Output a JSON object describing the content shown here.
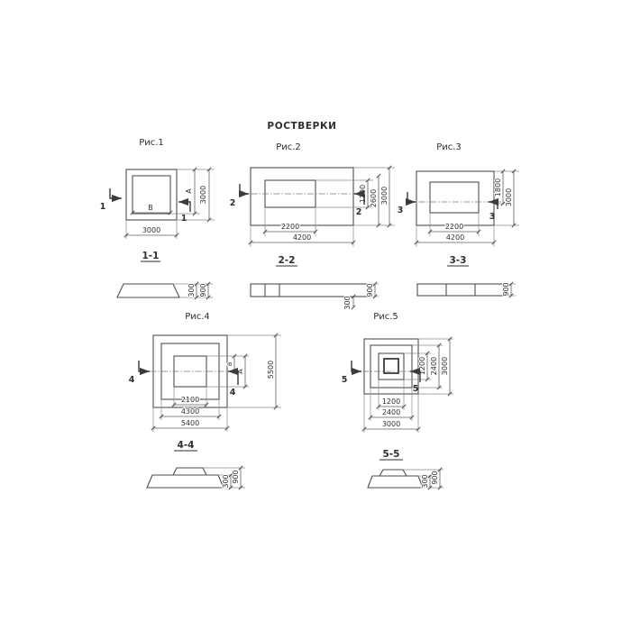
{
  "title": "РОСТВЕРКИ",
  "fig1": {
    "label": "Рис.1",
    "section": "1-1",
    "cut": "1",
    "dim_a": "А",
    "dim_b": "В",
    "dim_right": "3000",
    "dim_bottom": "3000",
    "sec_300": "300",
    "sec_900": "900"
  },
  "fig2": {
    "label": "Рис.2",
    "section": "2-2",
    "cut": "2",
    "dim_bottom_inner": "2200",
    "dim_bottom_outer": "4200",
    "dim_right_1": "1200",
    "dim_right_2": "2600",
    "dim_right_3": "3000",
    "sec_300": "300",
    "sec_900": "900"
  },
  "fig3": {
    "label": "Рис.3",
    "section": "3-3",
    "cut": "3",
    "dim_bottom_inner": "2200",
    "dim_bottom_outer": "4200",
    "dim_right_1": "1800",
    "dim_right_2": "3000",
    "sec_900": "900"
  },
  "fig4": {
    "label": "Рис.4",
    "section": "4-4",
    "cut": "4",
    "dim_bottom_1": "2100",
    "dim_bottom_2": "4300",
    "dim_bottom_3": "5400",
    "dim_right_a": "а",
    "dim_right_A": "А",
    "dim_right_3": "5500",
    "sec_300": "300",
    "sec_900": "900"
  },
  "fig5": {
    "label": "Рис.5",
    "section": "5-5",
    "cut": "5",
    "dim_bottom_1": "1200",
    "dim_bottom_2": "2400",
    "dim_bottom_3": "3000",
    "dim_right_1": "1200",
    "dim_right_2": "2400",
    "dim_right_3": "3000",
    "sec_300": "300",
    "sec_900": "900"
  }
}
